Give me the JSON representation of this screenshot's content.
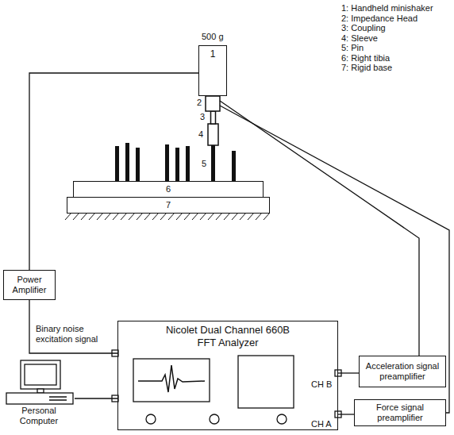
{
  "diagram": {
    "nodes": [
      {
        "text": [
          "1"
        ]
      },
      {
        "text": [
          "6"
        ]
      },
      {
        "text": [
          "7"
        ]
      },
      {
        "text": [
          "Power Amplifier"
        ]
      },
      {
        "text": [
          "Nicolet Dual Channel 660B FFT Analyzer"
        ]
      },
      {
        "text": [
          "Acceleration signal preamplifier"
        ]
      },
      {
        "text": [
          "Force signal preamplifier"
        ]
      },
      {
        "text": [
          "Personal Computer"
        ]
      }
    ],
    "edges": [
      {
        "from": 0,
        "to": 3,
        "arrow": "none"
      },
      {
        "from": 3,
        "to": 4,
        "label": "Binary noise excitation signal",
        "arrow": "none"
      },
      {
        "from": 4,
        "to": 5,
        "arrow": "none"
      },
      {
        "from": 4,
        "to": 6,
        "arrow": "none"
      },
      {
        "from": 7,
        "to": 4,
        "arrow": "none"
      }
    ],
    "labels": [
      "1: Handheld minishaker",
      "2: Impedance Head",
      "3: Coupling",
      "4: Sleeve",
      "5: Pin",
      "6: Right tibia",
      "7: Rigid base",
      "500 g",
      "2",
      "3",
      "4",
      "5",
      "CH B",
      "CH A"
    ]
  }
}
